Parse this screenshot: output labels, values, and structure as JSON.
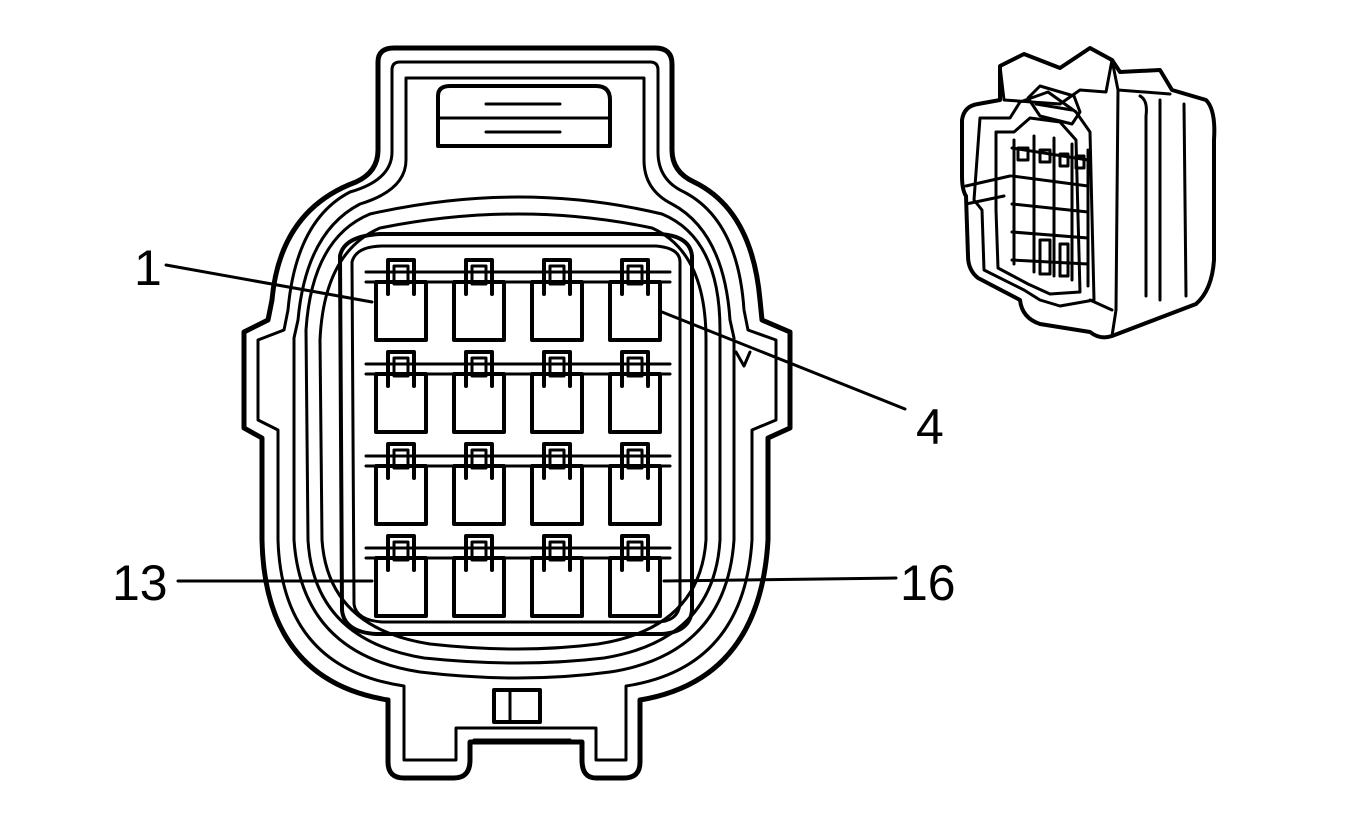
{
  "diagram": {
    "labels": {
      "pin_1": "1",
      "pin_4": "4",
      "pin_13": "13",
      "pin_16": "16"
    },
    "grid": {
      "rows": 4,
      "cols": 4
    }
  },
  "colors": {
    "stroke": "#000000",
    "fill": "#ffffff"
  }
}
